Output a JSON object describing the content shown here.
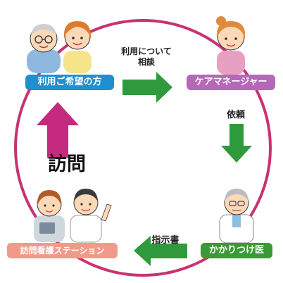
{
  "nodes": {
    "user": "利用ご希望の方",
    "care_manager": "ケアマネージャー",
    "doctor": "かかりつけ医",
    "nursing_station": "訪問看護ステーション"
  },
  "edges": {
    "consult_line1": "利用について",
    "consult_line2": "相談",
    "request": "依頼",
    "instruction": "指示書",
    "visit": "訪問"
  },
  "colors": {
    "circle": "#c8336f",
    "user_label": "#1f8fd0",
    "care_manager_label": "#b468b7",
    "doctor_label": "#3a9a35",
    "nursing_label": "#f29a8a",
    "green_arrow": "#2f9a3c",
    "visit_arrow": "#c42a7e"
  },
  "icons": {
    "user": "elderly-couple-illustration",
    "care_manager": "care-manager-woman-illustration",
    "doctor": "doctor-illustration",
    "nursing": "nurses-illustration"
  }
}
